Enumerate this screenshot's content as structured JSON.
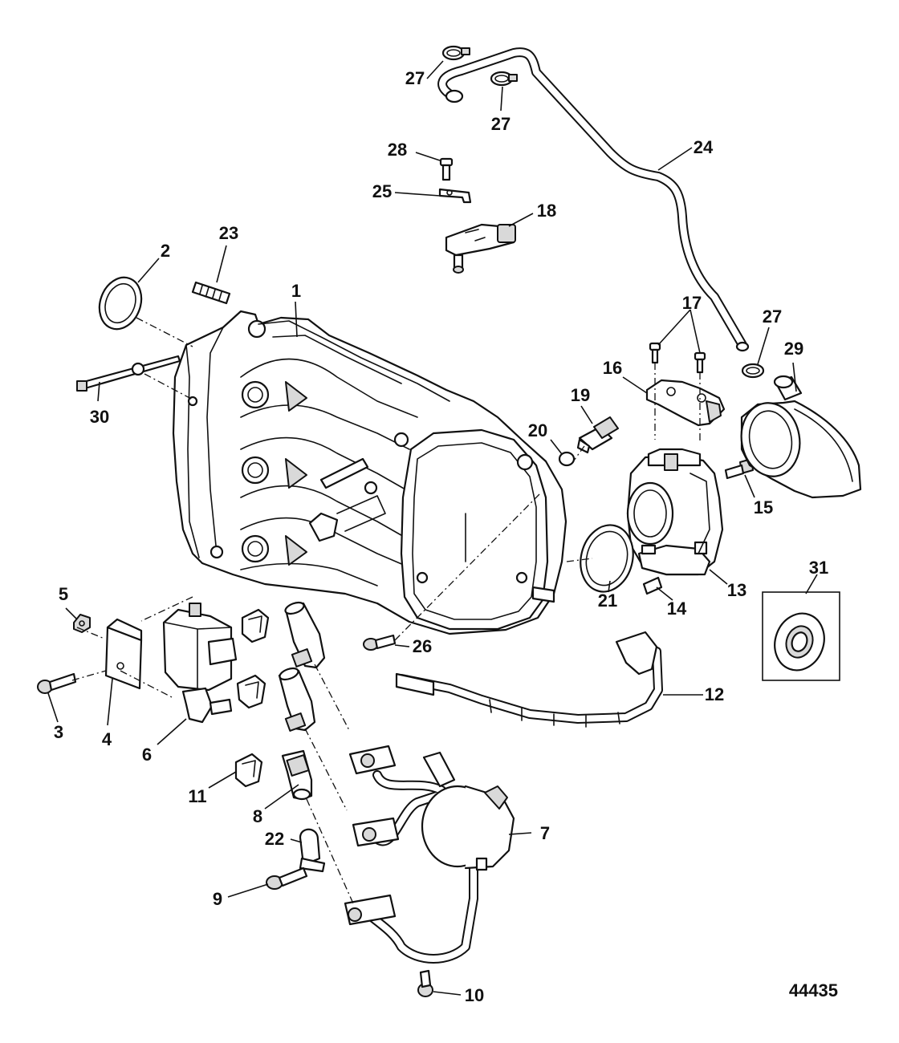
{
  "figure_id": "44435",
  "callouts": {
    "c1": "1",
    "c2": "2",
    "c3": "3",
    "c4": "4",
    "c5": "5",
    "c6": "6",
    "c7": "7",
    "c8": "8",
    "c9": "9",
    "c10": "10",
    "c11": "11",
    "c12": "12",
    "c13": "13",
    "c14": "14",
    "c15": "15",
    "c16": "16",
    "c17": "17",
    "c18": "18",
    "c19": "19",
    "c20": "20",
    "c21": "21",
    "c22": "22",
    "c23": "23",
    "c24": "24",
    "c25": "25",
    "c26": "26",
    "c27a": "27",
    "c27b": "27",
    "c27c": "27",
    "c28": "28",
    "c29": "29",
    "c30": "30",
    "c31": "31"
  }
}
